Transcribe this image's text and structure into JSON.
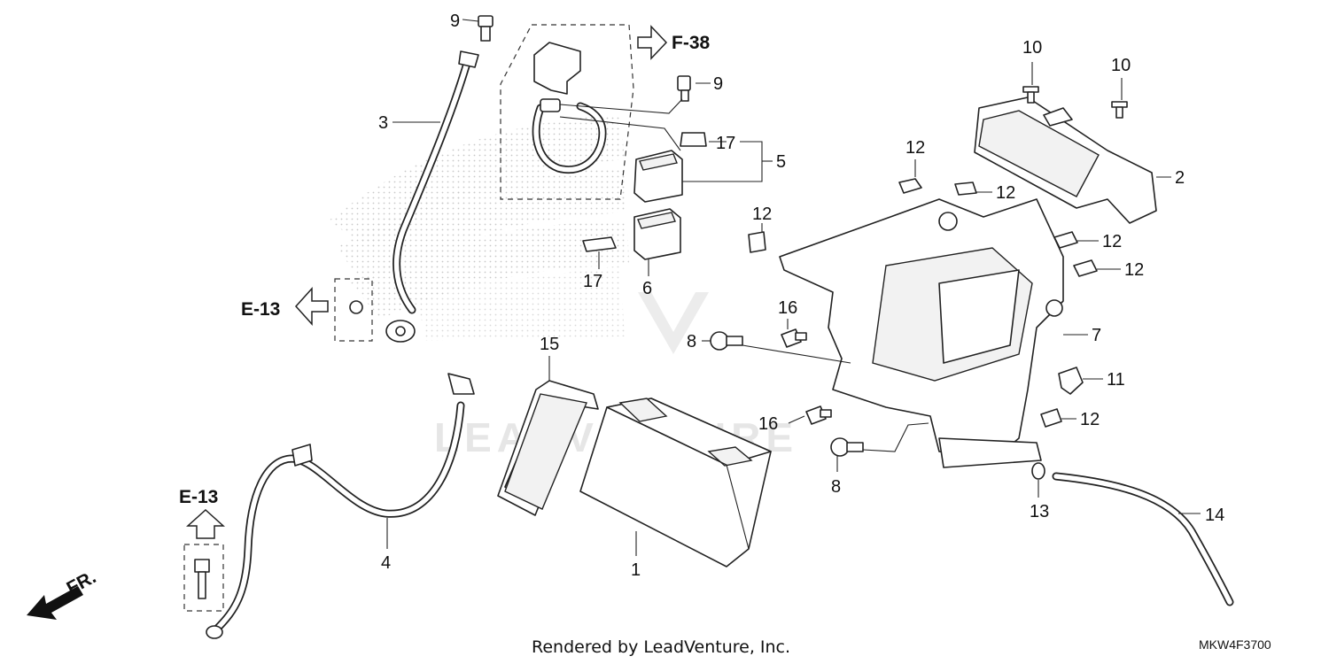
{
  "callouts": {
    "c1": "1",
    "c2": "2",
    "c3": "3",
    "c4": "4",
    "c5": "5",
    "c6": "6",
    "c7": "7",
    "c8a": "8",
    "c8b": "8",
    "c9a": "9",
    "c9b": "9",
    "c10a": "10",
    "c10b": "10",
    "c11": "11",
    "c12a": "12",
    "c12b": "12",
    "c12c": "12",
    "c12d": "12",
    "c12e": "12",
    "c12f": "12",
    "c13": "13",
    "c14": "14",
    "c15": "15",
    "c16a": "16",
    "c16b": "16",
    "c17a": "17",
    "c17b": "17"
  },
  "references": {
    "f38": "F-38",
    "e13_left": "E-13",
    "e13_bottom": "E-13"
  },
  "direction_label": "FR.",
  "watermark": "LEADVENTURE",
  "footer": {
    "credit": "Rendered by LeadVenture, Inc.",
    "diagram_code": "MKW4F3700"
  },
  "colors": {
    "line": "#222222",
    "background": "#ffffff",
    "watermark": "#e6e6e6"
  }
}
